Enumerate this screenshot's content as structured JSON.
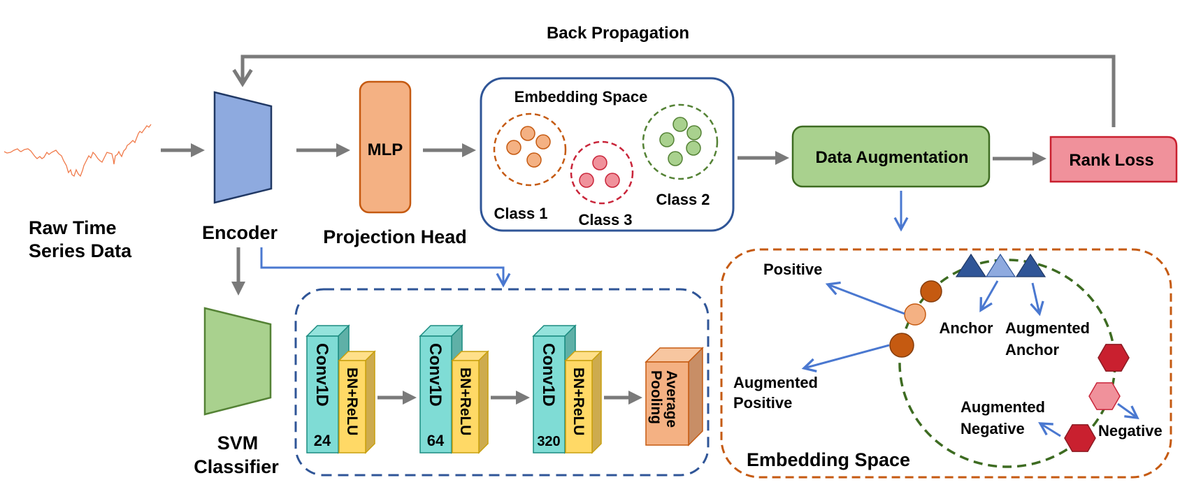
{
  "title": "Back Propagation",
  "input": {
    "label_line1": "Raw Time",
    "label_line2": "Series Data",
    "series_color": "#f07a4a"
  },
  "encoder": {
    "label": "Encoder",
    "color": "#8eaadf"
  },
  "projection_head": {
    "block_label": "MLP",
    "label": "Projection Head",
    "color": "#f4b183"
  },
  "embedding_space_top": {
    "title": "Embedding Space",
    "classes": [
      {
        "label": "Class 1",
        "color": "#f4b183",
        "border": "#c55a11",
        "points": 4
      },
      {
        "label": "Class 3",
        "color": "#f0919b",
        "border": "#c9253a",
        "points": 3
      },
      {
        "label": "Class 2",
        "color": "#a9d18e",
        "border": "#548235",
        "points": 5
      }
    ]
  },
  "data_augmentation": {
    "label": "Data Augmentation",
    "color": "#a9d18e"
  },
  "rank_loss": {
    "label": "Rank Loss",
    "color": "#f0919b"
  },
  "classifier": {
    "label_line1": "SVM",
    "label_line2": "Classifier",
    "color": "#a9d18e"
  },
  "encoder_detail": {
    "blocks": [
      {
        "conv_label": "Conv1D",
        "channels": "24",
        "norm_label": "BN+ReLU"
      },
      {
        "conv_label": "Conv1D",
        "channels": "64",
        "norm_label": "BN+ReLU"
      },
      {
        "conv_label": "Conv1D",
        "channels": "320",
        "norm_label": "BN+ReLU"
      }
    ],
    "pooling_line1": "Average",
    "pooling_line2": "Pooling"
  },
  "embedding_space_bottom": {
    "title": "Embedding Space",
    "labels": {
      "positive": "Positive",
      "augmented_positive_1": "Augmented",
      "augmented_positive_2": "Positive",
      "anchor": "Anchor",
      "augmented_anchor_1": "Augmented",
      "augmented_anchor_2": "Anchor",
      "augmented_negative_1": "Augmented",
      "augmented_negative_2": "Negative",
      "negative": "Negative"
    }
  },
  "colors": {
    "arrow_gray": "#7a7a7a",
    "arrow_blue": "#4a78d0",
    "dark_blue": "#2f5597",
    "orange_dark": "#c55a11",
    "red_dark": "#c9202f",
    "green_dark": "#3d6b21"
  }
}
